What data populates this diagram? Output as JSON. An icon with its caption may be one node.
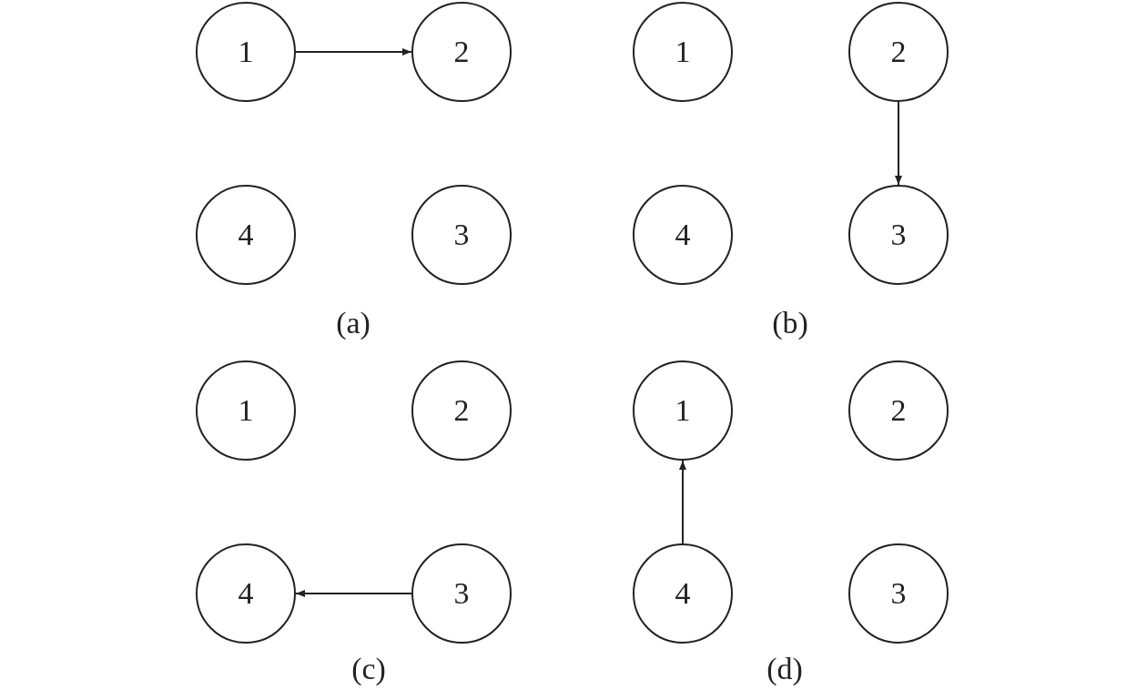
{
  "diagram": {
    "nodes": [
      {
        "text": [
          "1"
        ]
      },
      {
        "text": [
          "2"
        ]
      },
      {
        "text": [
          "4"
        ]
      },
      {
        "text": [
          "3"
        ]
      },
      {
        "text": [
          "1"
        ]
      },
      {
        "text": [
          "2"
        ]
      },
      {
        "text": [
          "4"
        ]
      },
      {
        "text": [
          "3"
        ]
      },
      {
        "text": [
          "1"
        ]
      },
      {
        "text": [
          "2"
        ]
      },
      {
        "text": [
          "4"
        ]
      },
      {
        "text": [
          "3"
        ]
      },
      {
        "text": [
          "1"
        ]
      },
      {
        "text": [
          "2"
        ]
      },
      {
        "text": [
          "4"
        ]
      },
      {
        "text": [
          "3"
        ]
      }
    ],
    "edges": [
      {
        "from": 0,
        "to": 1,
        "arrow": "to"
      },
      {
        "from": 5,
        "to": 7,
        "arrow": "to"
      },
      {
        "from": 11,
        "to": 10,
        "arrow": "to"
      },
      {
        "from": 14,
        "to": 12,
        "arrow": "to"
      }
    ],
    "labels": [
      "(a)",
      "(b)",
      "(c)",
      "(d)"
    ]
  }
}
